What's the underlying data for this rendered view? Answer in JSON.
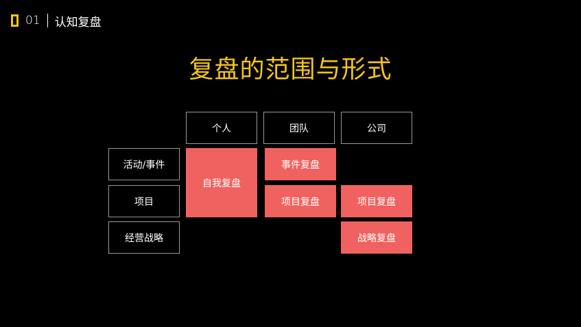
{
  "header": {
    "number": "01",
    "title": "认知复盘"
  },
  "title": "复盘的范围与形式",
  "columns": [
    "个人",
    "团队",
    "公司"
  ],
  "rows": [
    "活动/事件",
    "项目",
    "经营战略"
  ],
  "cells": {
    "self_review": "自我复盘",
    "event_review": "事件复盘",
    "team_project_review": "项目复盘",
    "company_project_review": "项目复盘",
    "strategy_review": "战略复盘"
  },
  "colors": {
    "background": "#000000",
    "accent": "#f5c518",
    "cell_fill": "#f0625f",
    "outline": "#9a9a9a",
    "text": "#ffffff"
  }
}
